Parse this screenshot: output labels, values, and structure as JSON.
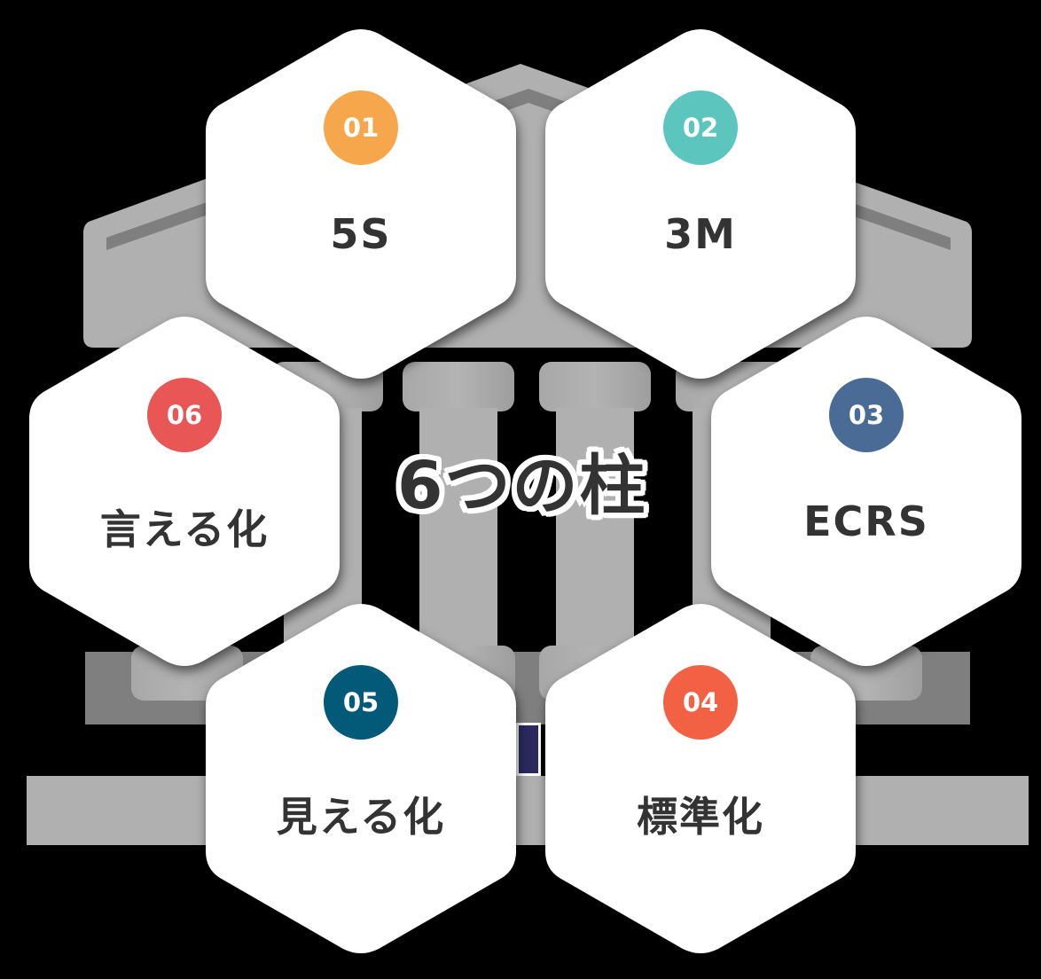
{
  "diagram": {
    "title": "6つの柱",
    "background": "#000000",
    "structure": {
      "type": "temple",
      "roof_color": "#b0b0b0",
      "roof_shadow_color": "#7f7f7f",
      "pillar_color": "#b0b0b0",
      "base_color": "#7f7f7f",
      "floor_color": "#b0b0b0",
      "accent_color": "#2a2a5e"
    },
    "pillars": [
      {
        "number": "01",
        "label": "5S",
        "color": "#f6a74c"
      },
      {
        "number": "02",
        "label": "3M",
        "color": "#5cc5bd"
      },
      {
        "number": "03",
        "label": "ECRS",
        "color": "#4a6b96"
      },
      {
        "number": "04",
        "label": "標準化",
        "color": "#f26143"
      },
      {
        "number": "05",
        "label": "見える化",
        "color": "#025a78"
      },
      {
        "number": "06",
        "label": "言える化",
        "color": "#e85656"
      }
    ]
  }
}
